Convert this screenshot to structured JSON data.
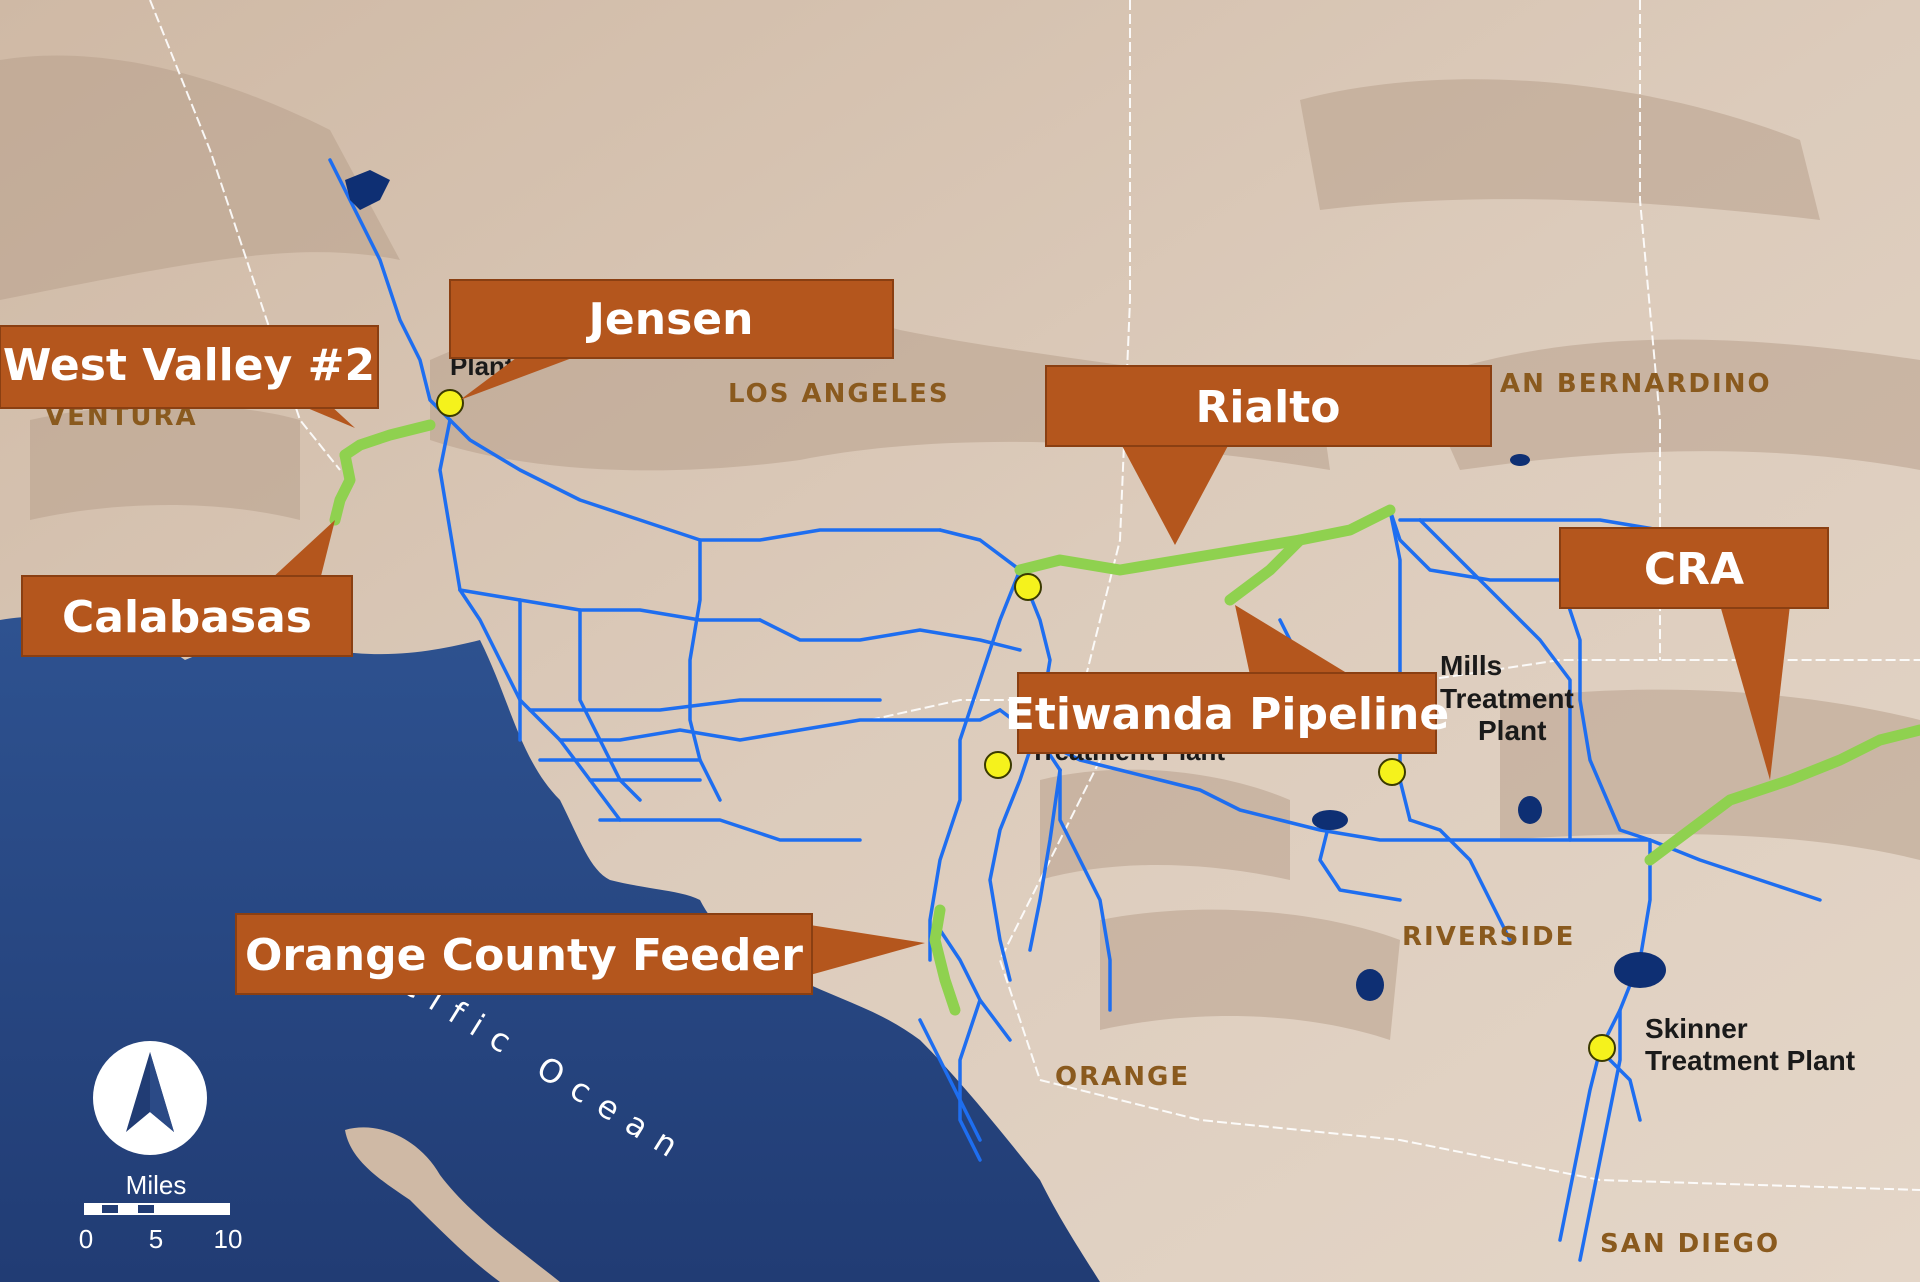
{
  "callouts": {
    "west_valley": "West Valley #2",
    "jensen": "Jensen",
    "calabasas": "Calabasas",
    "rialto": "Rialto",
    "cra": "CRA",
    "etiwanda": "Etiwanda Pipeline",
    "orange_county": "Orange County Feeder"
  },
  "counties": {
    "ventura": "VENTURA",
    "los_angeles": "LOS ANGELES",
    "san_bernardino": "AN BERNARDINO",
    "riverside": "RIVERSIDE",
    "orange": "ORANGE",
    "san_diego": "SAN DIEGO"
  },
  "plants": {
    "jensen_partial": "Plant",
    "weymouth_partial": "Treatment Plant",
    "mills_line1": "Mills",
    "mills_line2": "Treatment",
    "mills_line3": "Plant",
    "skinner_line1": "Skinner",
    "skinner_line2": "Treatment Plant"
  },
  "ocean": {
    "label": "Pacific Ocean",
    "visible": "cific  Ocean"
  },
  "scale_bar": {
    "title": "Miles",
    "ticks": [
      "0",
      "5",
      "10"
    ]
  },
  "colors": {
    "land": "#d9c6b3",
    "ocean": "#2b4a86",
    "pipeline": "#1e6ef0",
    "highlight": "#8fd14f",
    "callout": "#b4561d",
    "plant": "#f5f21c",
    "county_label": "#8a5a1e"
  },
  "icons": {
    "north_arrow": "north-arrow-icon"
  }
}
